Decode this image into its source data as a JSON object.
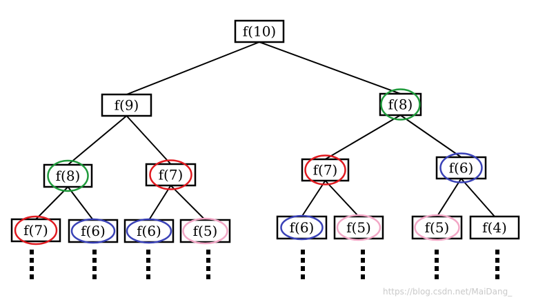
{
  "diagram": {
    "colors": {
      "red": "#e0191f",
      "green": "#1f9a3b",
      "blue": "#3a42b7",
      "pink": "#f2a7c6",
      "line": "#000000"
    },
    "nodes": [
      {
        "id": "n0",
        "label": "f(10)",
        "parent": null,
        "circle": null
      },
      {
        "id": "n1",
        "label": "f(9)",
        "parent": "n0",
        "circle": null
      },
      {
        "id": "n2",
        "label": "f(8)",
        "parent": "n0",
        "circle": "green"
      },
      {
        "id": "n3",
        "label": "f(8)",
        "parent": "n1",
        "circle": "green"
      },
      {
        "id": "n4",
        "label": "f(7)",
        "parent": "n1",
        "circle": "red"
      },
      {
        "id": "n5",
        "label": "f(7)",
        "parent": "n2",
        "circle": "red"
      },
      {
        "id": "n6",
        "label": "f(6)",
        "parent": "n2",
        "circle": "blue"
      },
      {
        "id": "n7",
        "label": "f(7)",
        "parent": "n3",
        "circle": "red"
      },
      {
        "id": "n8",
        "label": "f(6)",
        "parent": "n3",
        "circle": "blue"
      },
      {
        "id": "n9",
        "label": "f(6)",
        "parent": "n4",
        "circle": "blue"
      },
      {
        "id": "n10",
        "label": "f(5)",
        "parent": "n4",
        "circle": "pink"
      },
      {
        "id": "n11",
        "label": "f(6)",
        "parent": "n5",
        "circle": "blue"
      },
      {
        "id": "n12",
        "label": "f(5)",
        "parent": "n5",
        "circle": "pink"
      },
      {
        "id": "n13",
        "label": "f(5)",
        "parent": "n6",
        "circle": "pink"
      },
      {
        "id": "n14",
        "label": "f(4)",
        "parent": "n6",
        "circle": null
      }
    ],
    "watermark": "https://blog.csdn.net/MaiDang_"
  }
}
